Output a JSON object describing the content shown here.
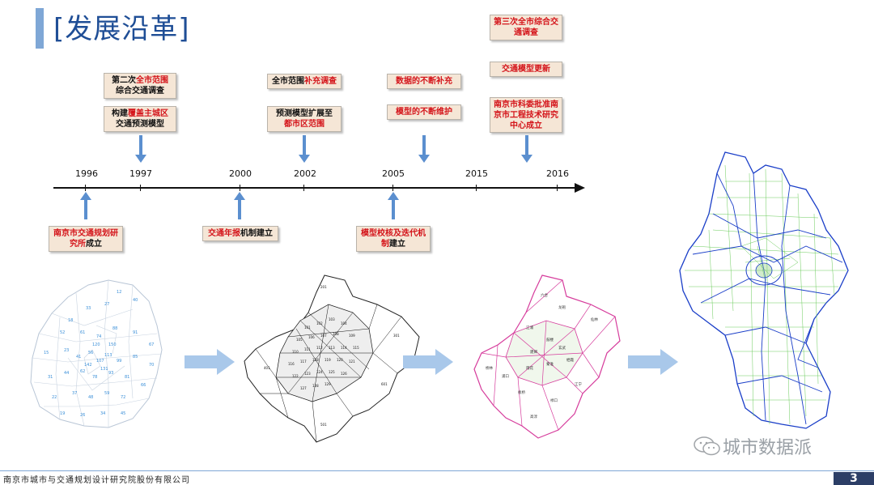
{
  "title": "[发展沿革]",
  "page_number": "3",
  "footer": "南京市城市与交通规划设计研究院股份有限公司",
  "watermark": "城市数据派",
  "timeline": {
    "years": [
      "1996",
      "1997",
      "2000",
      "2002",
      "2005",
      "2015",
      "2016"
    ]
  },
  "boxes": {
    "b1997a": {
      "pre": "第二次",
      "red": "全市范围",
      "post": "综合交通调查"
    },
    "b1997b": {
      "pre": "构建",
      "red": "覆盖主城区",
      "post": "交通预测模型"
    },
    "b2002a": {
      "pre": "全市范围",
      "red": "补充调查",
      "post": ""
    },
    "b2002b": {
      "pre": "预测模型扩展至",
      "red": "都市区范围",
      "post": ""
    },
    "b2005a": {
      "pre": "",
      "red": "数据的不断补充",
      "post": ""
    },
    "b2005b": {
      "pre": "",
      "red": "模型的不断维护",
      "post": ""
    },
    "b2016a": {
      "pre": "",
      "red": "第三次全市综合交通调查",
      "post": ""
    },
    "b2016b": {
      "pre": "",
      "red": "交通模型更新",
      "post": ""
    },
    "b2016c": {
      "pre": "",
      "red": "南京市科委批准南京市工程技术研究中心成立",
      "post": ""
    },
    "b1996": {
      "pre": "",
      "red": "南京市交通规划研究所",
      "post": "成立"
    },
    "b2000": {
      "pre": "",
      "red": "交通年报",
      "post": "机制建立"
    },
    "b2005c": {
      "pre": "",
      "red": "模型校核及迭代机制",
      "post": "建立"
    }
  },
  "colors": {
    "title": "#1f4e96",
    "accent_bar": "#7fa7d6",
    "red": "#d4141a",
    "box_bg": "#f5e6d6",
    "arrow": "#5b8fcf"
  }
}
